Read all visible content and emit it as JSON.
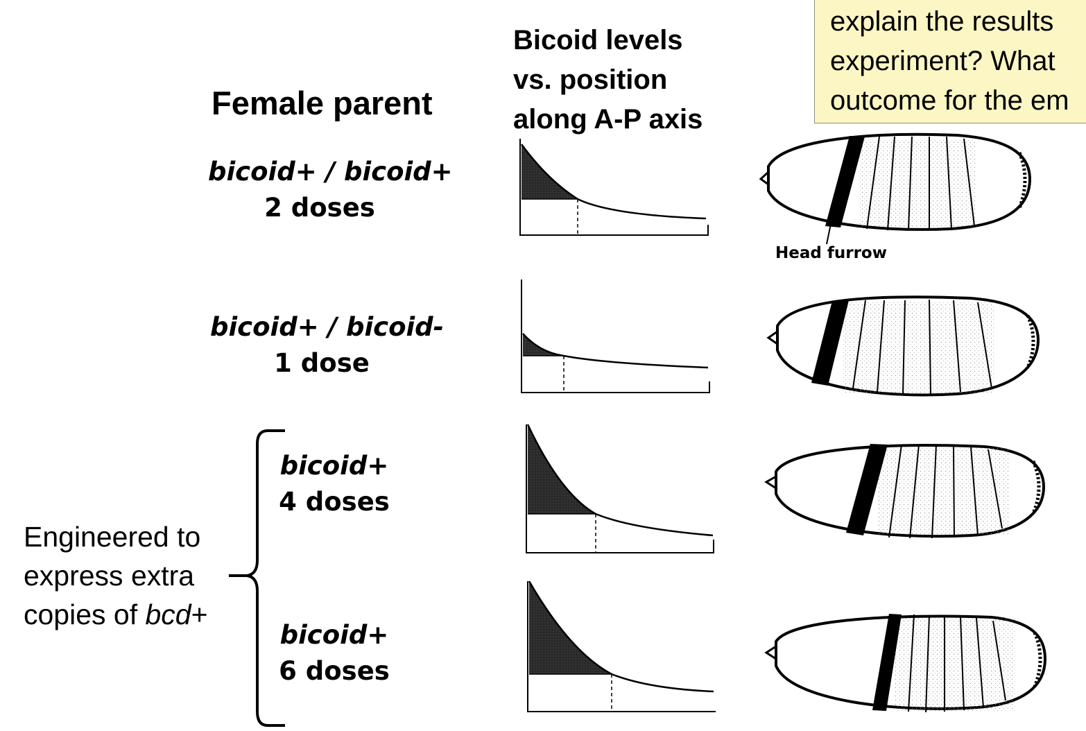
{
  "headers": {
    "female_parent": "Female parent",
    "bicoid_levels": [
      "Bicoid levels",
      "vs. position",
      "along A-P axis"
    ]
  },
  "question_box": {
    "lines": [
      "explain the results",
      "experiment? What",
      "outcome for the em"
    ]
  },
  "rows": [
    {
      "genotype": "bicoid+ / bicoid+",
      "dose": "2 doses"
    },
    {
      "genotype": "bicoid+ / bicoid-",
      "dose": "1 dose"
    },
    {
      "genotype": "bicoid+",
      "dose": "4 doses"
    },
    {
      "genotype": "bicoid+",
      "dose": "6 doses"
    }
  ],
  "engineered": {
    "line1": "Engineered to",
    "line2": "express extra",
    "line3_prefix": "copies of ",
    "line3_italic": "bcd",
    "line3_suffix": "+"
  },
  "head_furrow_label": "Head furrow",
  "colors": {
    "question_box_fill": "#fbf6c4",
    "ink": "#000000"
  }
}
